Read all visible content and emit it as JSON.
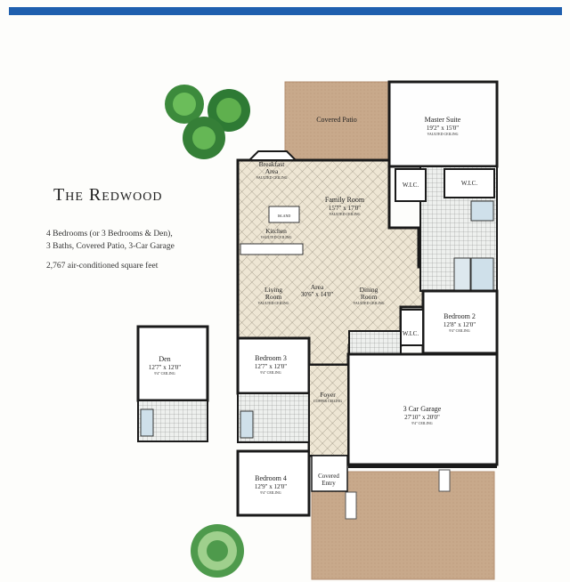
{
  "header": {
    "title": "The Redwood",
    "lines": [
      "4 Bedrooms (or 3 Bedrooms & Den),",
      "3 Baths, Covered Patio, 3-Car Garage"
    ],
    "sqft": "2,767 air-conditioned square feet"
  },
  "rooms": {
    "covered_patio": "Covered Patio",
    "master": {
      "name": "Master Suite",
      "size": "19'2\" x 15'0\"",
      "note": "VAULTED CEILING"
    },
    "wic": "W.I.C.",
    "breakfast": {
      "name": "Breakfast",
      "name2": "Area",
      "note": "VAULTED CEILING"
    },
    "family": {
      "name": "Family Room",
      "size": "15'7\" x 17'0\"",
      "note": "VAULTED CEILING"
    },
    "island": "ISLAND",
    "kitchen": {
      "name": "Kitchen",
      "note": "VAULTED CEILING"
    },
    "area": {
      "name": "Area",
      "size": "30'6\" x 14'0\""
    },
    "living": {
      "name": "Living",
      "name2": "Room",
      "note": "VAULTED CEILING"
    },
    "dining": {
      "name": "Dining",
      "name2": "Room",
      "note": "VAULTED CEILING"
    },
    "bedroom2": {
      "name": "Bedroom 2",
      "size": "12'8\" x 12'0\"",
      "note": "9'4\" CEILING"
    },
    "den": {
      "name": "Den",
      "size": "12'7\" x 12'0\"",
      "note": "9'4\" CEILING"
    },
    "bedroom3": {
      "name": "Bedroom 3",
      "size": "12'7\" x 12'0\"",
      "note": "9'4\" CEILING"
    },
    "foyer": {
      "name": "Foyer",
      "note": "COFFER CEILING"
    },
    "garage": {
      "name": "3 Car Garage",
      "size": "27'10\" x 20'0\"",
      "note": "9'4\" CEILING"
    },
    "bedroom4": {
      "name": "Bedroom 4",
      "size": "12'9\" x 12'0\"",
      "note": "9'4\" CEILING"
    },
    "entry": {
      "name": "Covered",
      "name2": "Entry"
    }
  },
  "colors": {
    "accent": "#1f5fae",
    "patio": "#c9ab8d",
    "tile": "#ece4d2",
    "wall": "#1a1a1a",
    "tree": "#3c8a3c"
  },
  "icons": [
    "tree-icon",
    "shrub-icon"
  ]
}
